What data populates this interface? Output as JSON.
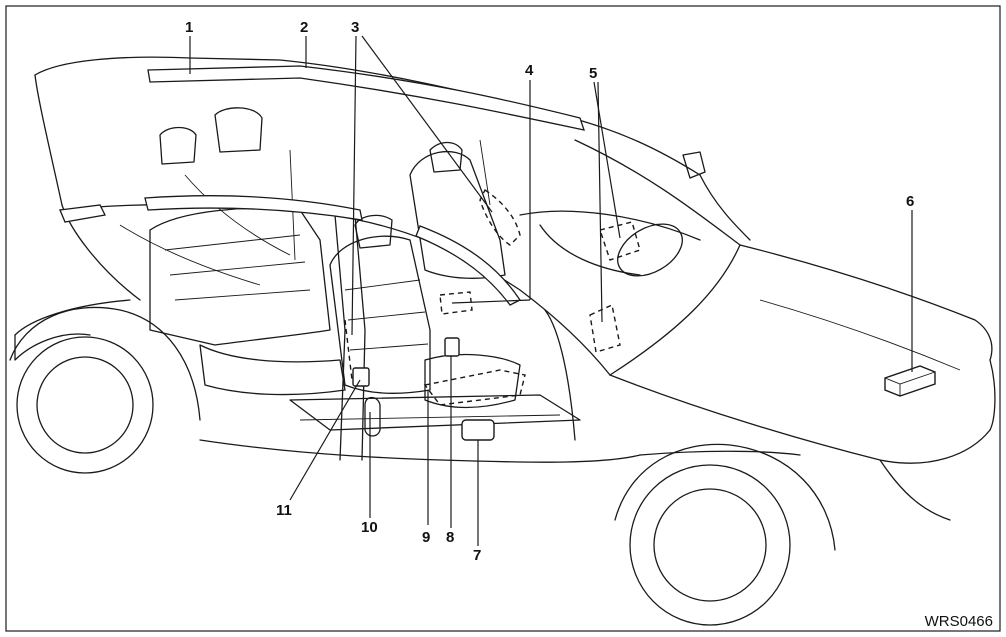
{
  "callouts": [
    "1",
    "2",
    "3",
    "4",
    "5",
    "6",
    "7",
    "8",
    "9",
    "10",
    "11"
  ],
  "figure_code": "WRS0466",
  "colors": {
    "line": "#1a1a1a",
    "background": "#ffffff"
  }
}
